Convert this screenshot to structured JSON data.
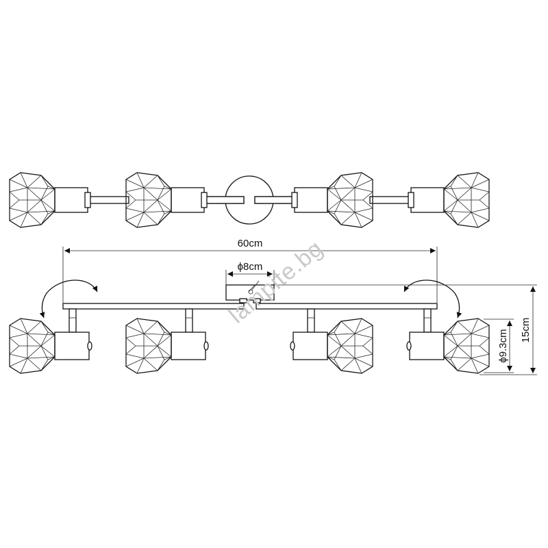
{
  "dimensions": {
    "total_width": "60cm",
    "base_diameter": "ϕ8cm",
    "shade_diameter": "ϕ9.3cm",
    "height": "15cm"
  },
  "watermark": {
    "text": "lampite.bg"
  },
  "colors": {
    "line": "#111111",
    "watermark": "#c9c9c9",
    "background": "#ffffff"
  }
}
